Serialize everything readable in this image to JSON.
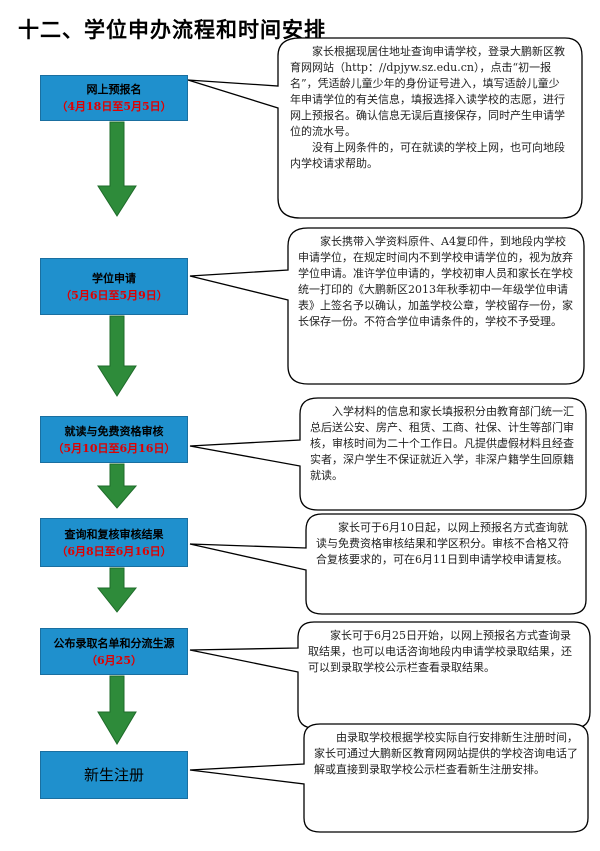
{
  "title": "十二、学位申办流程和时间安排",
  "steps": [
    {
      "name": "网上预报名",
      "date": "（4月18日至5月5日）"
    },
    {
      "name": "学位申请",
      "date": "（5月6日至5月9日）"
    },
    {
      "name": "就读与免费资格审核",
      "date": "（5月10日至6月16日）"
    },
    {
      "name": "查询和复核审核结果",
      "date": "（6月8日至6月16日）"
    },
    {
      "name": "公布录取名单和分流生源",
      "date": "（6月25）"
    },
    {
      "name": "新生注册",
      "date": ""
    }
  ],
  "bubbles": [
    [
      "家长根据现居住地址查询申请学校，登录大鹏新区教育网网站（http：//dpjyw.sz.edu.cn），点击“初一报名”，凭适龄儿童少年的身份证号进入，填写适龄儿童少年申请学位的有关信息，填报选择入读学校的志愿，进行网上预报名。确认信息无误后直接保存，同时产生申请学位的流水号。",
      "没有上网条件的，可在就读的学校上网，也可向地段内学校请求帮助。"
    ],
    [
      "家长携带入学资料原件、A4复印件，到地段内学校申请学位，在规定时间内不到学校申请学位的，视为放弃学位申请。准许学位申请的，学校初审人员和家长在学校统一打印的《大鹏新区2013年秋季初中一年级学位申请表》上签名予以确认，加盖学校公章，学校留存一份，家长保存一份。不符合学位申请条件的，学校不予受理。"
    ],
    [
      "入学材料的信息和家长填报积分由教育部门统一汇总后送公安、房产、租赁、工商、社保、计生等部门审核，审核时间为二十个工作日。凡提供虚假材料且经查实者，深户学生不保证就近入学，非深户籍学生回原籍就读。"
    ],
    [
      "家长可于6月10日起，以网上预报名方式查询就读与免费资格审核结果和学区积分。审核不合格又符合复核要求的，可在6月11日到申请学校申请复核。"
    ],
    [
      "家长可于6月25日开始，以网上预报名方式查询录取结果，也可以电话咨询地段内申请学校录取结果，还可以到录取学校公示栏查看录取结果。"
    ],
    [
      "由录取学校根据学校实际自行安排新生注册时间，家长可通过大鹏新区教育网网站提供的学校咨询电话了解或直接到录取学校公示栏查看新生注册安排。"
    ]
  ],
  "colors": {
    "box": "#1f90cd",
    "date": "#e00000",
    "arrow": "#2e8b3a"
  }
}
